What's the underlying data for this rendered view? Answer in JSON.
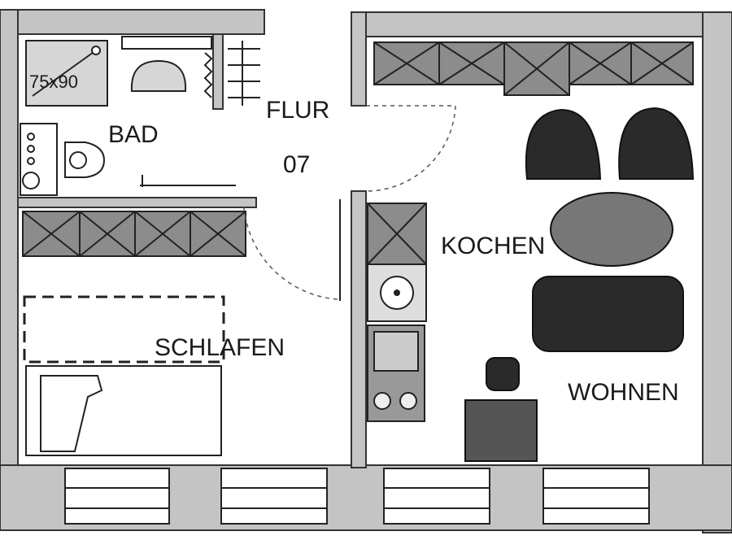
{
  "rooms": {
    "bad": "BAD",
    "flur": "FLUR",
    "flur_number": "07",
    "kochen": "KOCHEN",
    "schlafen": "SCHLAFEN",
    "wohnen": "WOHNEN"
  },
  "fixtures": {
    "shower_size": "75x90"
  },
  "colors": {
    "wall": "#c4c4c4",
    "cabinet": "#8c8c8c",
    "furniture": "#2a2a2a"
  }
}
